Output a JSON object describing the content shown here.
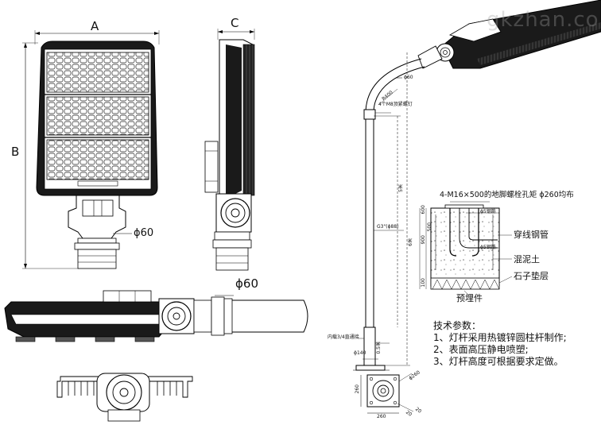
{
  "front_view": {
    "dim_a": "A",
    "dim_b": "B",
    "arm_dia": "ϕ60"
  },
  "side_view": {
    "dim_c": "C"
  },
  "bottom_view": {
    "pipe_dia": "ϕ60"
  },
  "pole": {
    "arm_dia": "ϕ60",
    "radius": "R400",
    "screws": "4个M8顶紧螺钉",
    "height_1": "5米",
    "height_2": "6米",
    "thread": "G3\"(ϕ88)",
    "inner_thread": "内载3/4直通接",
    "base_dia": "ϕ140",
    "base_height": "0.5米"
  },
  "anchor": {
    "title": "4-M16×500的地脚螺栓孔矩 ϕ260均布",
    "steel_pipe": "穿线钢管",
    "concrete": "混泥土",
    "gravel": "石子垫层",
    "embedded": "预埋件",
    "rebar_1": "ϕ5钢筋",
    "rebar_2": "ϕ5钢筋",
    "dim_600": "600",
    "dim_500": "500",
    "dim_900": "900",
    "dim_100": "100"
  },
  "base_plate": {
    "w1": "260",
    "w2": "260",
    "diag": "ϕ260",
    "t1": "20",
    "t2": "20"
  },
  "notes": {
    "title": "技术参数：",
    "line1": "1、灯杆采用热镀锌圆柱杆制作;",
    "line2": "2、表面高压静电喷塑;",
    "line3": "3、灯杆高度可根据要求定做。"
  },
  "watermark": "gkzhan.com"
}
